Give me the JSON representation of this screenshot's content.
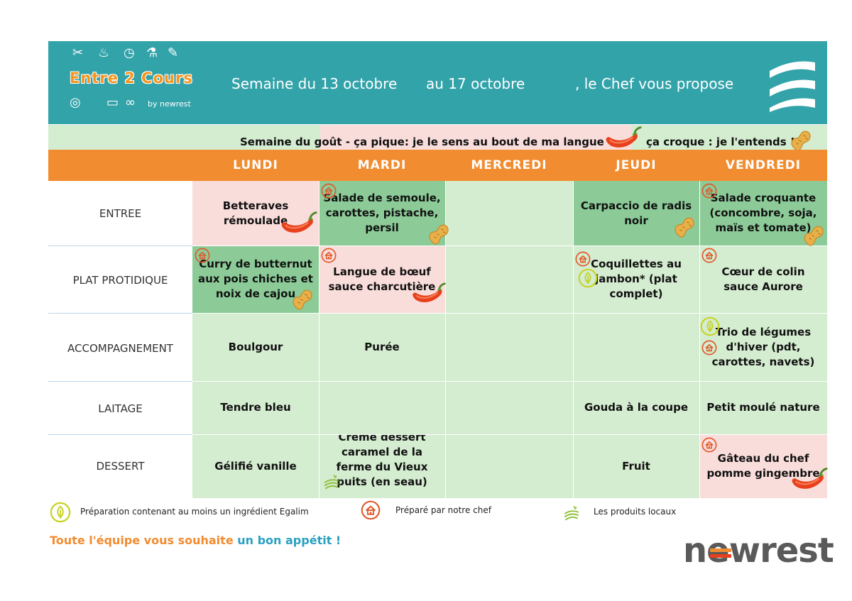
{
  "header": {
    "logo_title": "Entre 2 Cours",
    "logo_by": "by newrest",
    "week_prefix": "Semaine du 13 octobre",
    "week_to": "au 17 octobre",
    "week_suffix": ", le Chef vous propose"
  },
  "theme": {
    "part1": "Semaine du goût - ça pique: je le sens au bout de ma langue",
    "part2": "ça croque : je l'entends !"
  },
  "days": [
    "LUNDI",
    "MARDI",
    "MERCREDI",
    "JEUDI",
    "VENDREDI"
  ],
  "rows": [
    "ENTREE",
    "PLAT PROTIDIQUE",
    "ACCOMPAGNEMENT",
    "LAITAGE",
    "DESSERT"
  ],
  "menu": {
    "entree": {
      "lundi": "Betteraves rémoulade",
      "mardi": "Salade de semoule, carottes, pistache, persil",
      "mercredi": "",
      "jeudi": "Carpaccio de radis noir",
      "vendredi": "Salade croquante (concombre, soja, maïs et tomate)"
    },
    "plat": {
      "lundi": "Curry de butternut aux pois chiches et noix de cajou",
      "mardi": "Langue de bœuf sauce charcutière",
      "mercredi": "",
      "jeudi": "Coquillettes au jambon* (plat complet)",
      "vendredi": "Cœur de colin sauce Aurore"
    },
    "accompagnement": {
      "lundi": "Boulgour",
      "mardi": "Purée",
      "mercredi": "",
      "jeudi": "",
      "vendredi": "Trio de légumes d'hiver (pdt, carottes, navets)"
    },
    "laitage": {
      "lundi": "Tendre bleu",
      "mardi": "",
      "mercredi": "",
      "jeudi": "Gouda à la coupe",
      "vendredi": "Petit moulé nature"
    },
    "dessert": {
      "lundi": "Gélifié vanille",
      "mardi": "Crème dessert caramel de la ferme du Vieux puits (en seau)",
      "mercredi": "",
      "jeudi": "Fruit",
      "vendredi": "Gâteau du chef pomme gingembre"
    }
  },
  "legend": {
    "egalim": "Préparation contenant au moins un ingrédient Egalim",
    "chef": "Préparé par notre chef",
    "local": "Les produits locaux"
  },
  "footer": {
    "message_part1": "Toute l'équipe vous souhaite",
    "message_part2": "un bon appétit !",
    "brand": "newrest"
  },
  "colors": {
    "header_teal": "#33a3aa",
    "day_orange": "#f28c30",
    "cell_green": "#d4ecd0",
    "cell_dark_green": "#8ccb98",
    "cell_pink": "#f9dddb",
    "chili_red": "#e8401c",
    "peanut": "#e8b04a"
  },
  "icons": {
    "chef": "house-icon",
    "egalim": "leaf-icon",
    "local": "field-icon",
    "spicy": "chili-icon",
    "crunchy": "peanut-icon"
  }
}
